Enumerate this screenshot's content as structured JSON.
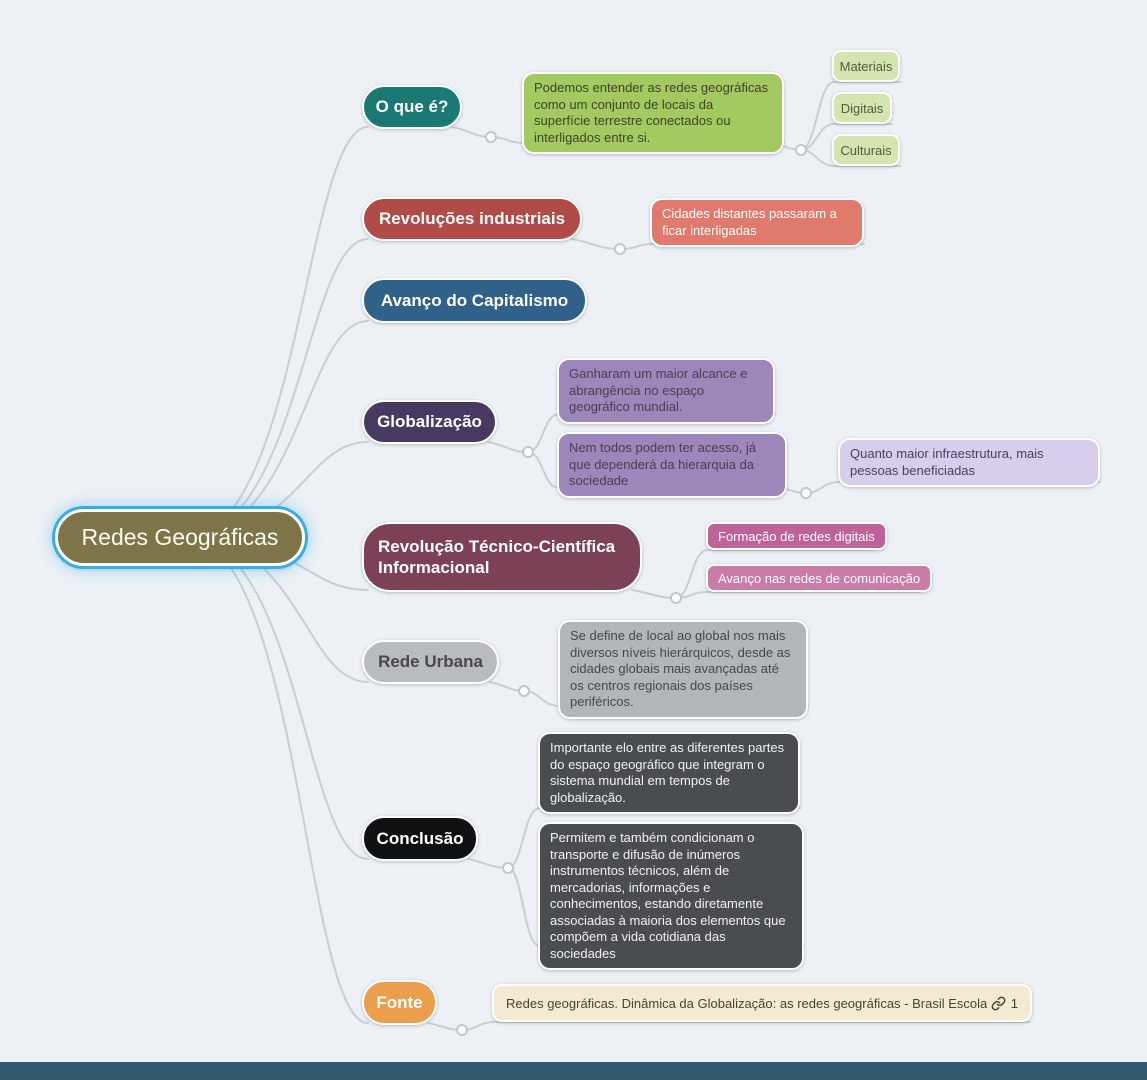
{
  "colors": {
    "background": "#edf1f5",
    "connector": "#c9ced3",
    "selection_ring": "#35ade5",
    "bottom_bar": "#315a70"
  },
  "root": {
    "label": "Redes Geográficas",
    "color": "#7d7547"
  },
  "branches": [
    {
      "label": "O que é?",
      "color": "#1a7a73",
      "children": [
        {
          "text": "Podemos entender as redes geográficas como um conjunto de locais da superfície terrestre conectados ou interligados entre si.",
          "color": "#a3c961",
          "children": [
            {
              "text": "Materiais",
              "color": "#d4e5af"
            },
            {
              "text": "Digitais",
              "color": "#d4e5af"
            },
            {
              "text": "Culturais",
              "color": "#d4e5af"
            }
          ]
        }
      ]
    },
    {
      "label": "Revoluções industriais",
      "color": "#b04b47",
      "children": [
        {
          "text": "Cidades distantes passaram a ficar interligadas",
          "color": "#e07a6c"
        }
      ]
    },
    {
      "label": "Avanço do Capitalismo",
      "color": "#2f618a",
      "children": []
    },
    {
      "label": "Globalização",
      "color": "#473961",
      "children": [
        {
          "text": "Ganharam um maior alcance e abrangência no espaço geográfico mundial.",
          "color": "#9c86ba"
        },
        {
          "text": "Nem todos podem ter acesso, já que dependerá da hierarquia da sociedade",
          "color": "#9c86ba",
          "children": [
            {
              "text": "Quanto maior infraestrutura, mais pessoas beneficiadas",
              "color": "#d8cdea"
            }
          ]
        }
      ]
    },
    {
      "label": "Revolução Técnico-Científica Informacional",
      "color": "#7c4157",
      "children": [
        {
          "text": "Formação de redes digitais",
          "color": "#bd6397"
        },
        {
          "text": "Avanço nas redes de comunicação",
          "color": "#ca7ba7"
        }
      ]
    },
    {
      "label": "Rede Urbana",
      "color": "#b9bcbe",
      "children": [
        {
          "text": "Se define de local ao global nos mais diversos níveis hierárquicos, desde as cidades globais mais avançadas até os centros regionais dos países periféricos.",
          "color": "#b3b6b8"
        }
      ]
    },
    {
      "label": "Conclusão",
      "color": "#0e1012",
      "children": [
        {
          "text": "Importante elo entre as diferentes partes do espaço geográfico que integram o sistema mundial em tempos de globalização.",
          "color": "#4a4d50"
        },
        {
          "text": "Permitem e também condicionam o transporte e difusão de inúmeros instrumentos técnicos, além de mercadorias, informações e conhecimentos, estando diretamente associadas à maioria dos elementos que compõem a vida cotidiana das sociedades",
          "color": "#4a4d50"
        }
      ]
    },
    {
      "label": "Fonte",
      "color": "#eb9f4c",
      "children": [
        {
          "text": "Redes geográficas. Dinâmica da Globalização: as redes geográficas - Brasil Escola",
          "color": "#f4e9d3",
          "icon": "link-icon",
          "link_count": "1"
        }
      ]
    }
  ]
}
